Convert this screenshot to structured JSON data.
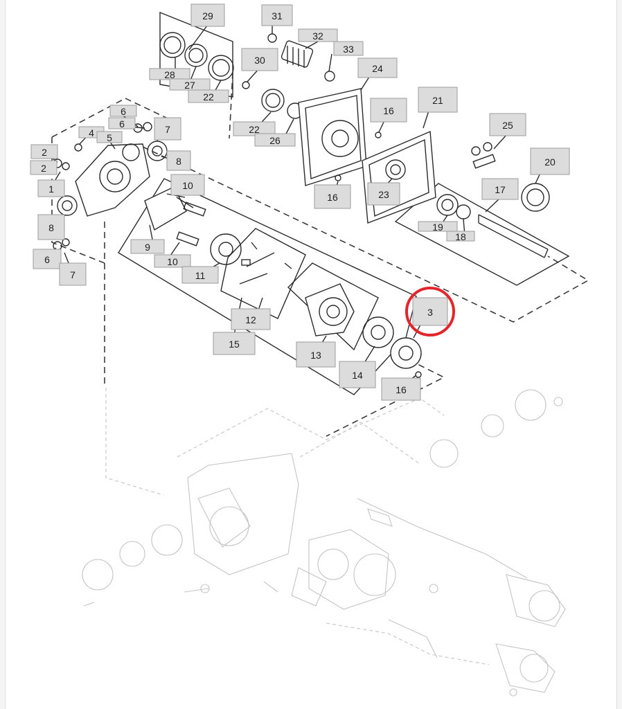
{
  "diagram": {
    "callouts": [
      {
        "id": "c29",
        "text": "29"
      },
      {
        "id": "c31",
        "text": "31"
      },
      {
        "id": "c32",
        "text": "32"
      },
      {
        "id": "c33",
        "text": "33"
      },
      {
        "id": "c30",
        "text": "30"
      },
      {
        "id": "c24",
        "text": "24"
      },
      {
        "id": "c28",
        "text": "28"
      },
      {
        "id": "c27",
        "text": "27"
      },
      {
        "id": "c22a",
        "text": "22"
      },
      {
        "id": "c22b",
        "text": "22"
      },
      {
        "id": "c26",
        "text": "26"
      },
      {
        "id": "c16a",
        "text": "16"
      },
      {
        "id": "c21",
        "text": "21"
      },
      {
        "id": "c25",
        "text": "25"
      },
      {
        "id": "c20",
        "text": "20"
      },
      {
        "id": "c16b",
        "text": "16"
      },
      {
        "id": "c23",
        "text": "23"
      },
      {
        "id": "c17",
        "text": "17"
      },
      {
        "id": "c19",
        "text": "19"
      },
      {
        "id": "c18",
        "text": "18"
      },
      {
        "id": "c6a",
        "text": "6"
      },
      {
        "id": "c6b",
        "text": "6"
      },
      {
        "id": "c4",
        "text": "4"
      },
      {
        "id": "c5",
        "text": "5"
      },
      {
        "id": "c7a",
        "text": "7"
      },
      {
        "id": "c2a",
        "text": "2"
      },
      {
        "id": "c2b",
        "text": "2"
      },
      {
        "id": "c1",
        "text": "1"
      },
      {
        "id": "c8a",
        "text": "8"
      },
      {
        "id": "c10a",
        "text": "10"
      },
      {
        "id": "c8b",
        "text": "8"
      },
      {
        "id": "c9",
        "text": "9"
      },
      {
        "id": "c10b",
        "text": "10"
      },
      {
        "id": "c11",
        "text": "11"
      },
      {
        "id": "c6c",
        "text": "6"
      },
      {
        "id": "c7b",
        "text": "7"
      },
      {
        "id": "c12",
        "text": "12"
      },
      {
        "id": "c15",
        "text": "15"
      },
      {
        "id": "c13",
        "text": "13"
      },
      {
        "id": "c14",
        "text": "14"
      },
      {
        "id": "c3",
        "text": "3"
      },
      {
        "id": "c16c",
        "text": "16"
      }
    ],
    "highlight": {
      "target": "3",
      "color": "#e3262b"
    }
  }
}
